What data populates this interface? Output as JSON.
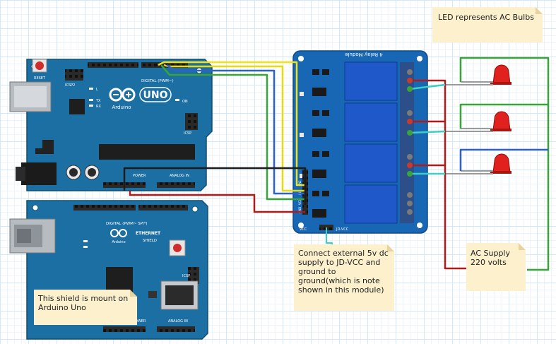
{
  "notes": {
    "led_represents": "LED represents AC Bulbs",
    "shield_mount": "This shield is mount on Arduino Uno",
    "external_supply": "Connect external 5v dc supply to JD-VCC and ground to ground(which is note shown in this module)",
    "ac_supply": "AC Supply 220 volts"
  },
  "arduino": {
    "reset_label": "RESET",
    "icsp2_label": "ICSP2",
    "digital_label": "DIGITAL (PWM~)",
    "brand": "Arduino",
    "model": "UNO",
    "on_label": "ON",
    "tx_label": "TX",
    "rx_label": "RX",
    "l_label": "L",
    "icsp_label": "ICSP",
    "power_label": "POWER",
    "analog_label": "ANALOG IN"
  },
  "shield": {
    "digital_label": "DIGITAL (PWM~ SPI*)",
    "brand": "Arduino",
    "ethernet": "ETHERNET",
    "shield": "SHIELD",
    "icsp_label": "ICSP",
    "power_label": "POWER",
    "analog_label": "ANALOG IN"
  },
  "relay": {
    "title": "4 Relay Module",
    "jd_vcc": "JD-VCC",
    "vcc": "VCC",
    "gnd": "GND",
    "in_labels": [
      "IN1",
      "IN2",
      "IN3",
      "IN4"
    ],
    "vcc_pin": "VCC",
    "gnd_pin": "GND"
  },
  "colors": {
    "board": "#1b6fa3",
    "relay_board": "#1767b4",
    "yellow_wire": "#f1e31b",
    "blue_wire": "#2f62c7",
    "green_wire": "#3aa33a",
    "black_wire": "#1c1c1c",
    "red_wire": "#b01a1a",
    "cyan_wire": "#3ccfc4",
    "led": "#e0211d"
  }
}
